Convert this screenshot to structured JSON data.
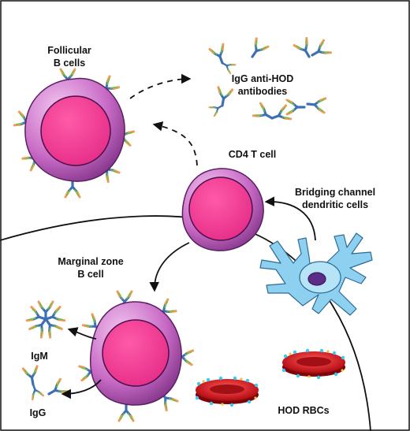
{
  "labels": {
    "follicular_l1": "Follicular",
    "follicular_l2": "B cells",
    "igg_anti_hod_l1": "IgG anti-HOD",
    "igg_anti_hod_l2": "antibodies",
    "cd4_t_cell": "CD4 T cell",
    "bridging_l1": "Bridging channel",
    "bridging_l2": "dendritic cells",
    "marginal_l1": "Marginal zone",
    "marginal_l2": "B cell",
    "igm": "IgM",
    "igg": "IgG",
    "hod_rbcs": "HOD RBCs"
  },
  "colors": {
    "cell_membrane": "#c770c7",
    "cell_nucleus": "#e8308e",
    "antibody_stem": "#3f6fb3",
    "antibody_arm": "#f09a55",
    "antigen": "#6abf4b",
    "dendritic_cell": "#8ed0ef",
    "dendritic_nucleus": "#5b2d86",
    "rbc": "#c0161c",
    "rbc_marker": "#3cc8f0"
  }
}
